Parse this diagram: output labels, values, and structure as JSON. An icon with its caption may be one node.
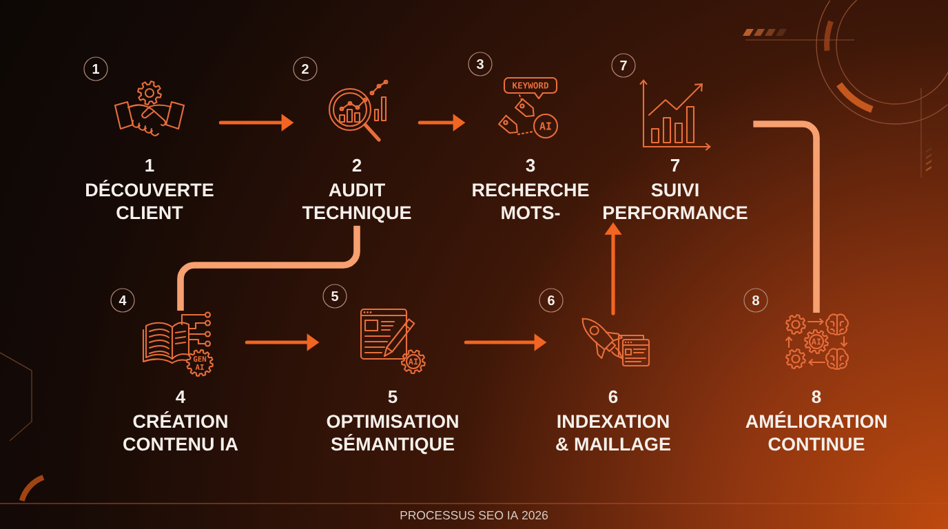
{
  "diagram": {
    "caption": "PROCESSUS SEO IA 2026",
    "nodes": [
      {
        "text": [
          "1",
          "DÉCOUVERTE CLIENT"
        ],
        "beside": [
          "1"
        ]
      },
      {
        "text": [
          "2",
          "AUDIT TECHNIQUE"
        ],
        "beside": [
          "2"
        ]
      },
      {
        "text": [
          "3",
          "RECHERCHE MOTS-"
        ],
        "beside": [
          "3"
        ]
      },
      {
        "text": [
          "4",
          "CRÉATION CONTENU IA"
        ],
        "beside": [
          "4"
        ]
      },
      {
        "text": [
          "5",
          "OPTIMISATION SÉMANTIQUE"
        ],
        "beside": [
          "5"
        ]
      },
      {
        "text": [
          "6",
          "INDEXATION & MAILLAGE"
        ],
        "beside": [
          "6"
        ]
      },
      {
        "text": [
          "7",
          "SUIVI PERFORMANCE"
        ],
        "beside": [
          "7"
        ]
      },
      {
        "text": [
          "8",
          "AMÉLIORATION CONTINUE"
        ],
        "beside": [
          "8"
        ]
      }
    ],
    "edges": [
      {
        "from": 0,
        "to": 1,
        "arrow": "to"
      },
      {
        "from": 1,
        "to": 2,
        "arrow": "to"
      },
      {
        "from": 1,
        "to": 3,
        "arrow": "none",
        "style": "thick",
        "color": "#f7a070"
      },
      {
        "from": 3,
        "to": 4,
        "arrow": "to"
      },
      {
        "from": 4,
        "to": 5,
        "arrow": "to"
      },
      {
        "from": 5,
        "to": 6,
        "arrow": "to"
      },
      {
        "from": 6,
        "to": 7,
        "arrow": "none",
        "style": "thick",
        "color": "#f7a070"
      }
    ],
    "labels": [
      "KEYWORD",
      "AI",
      "GEN AI",
      "AI",
      "AI"
    ]
  }
}
